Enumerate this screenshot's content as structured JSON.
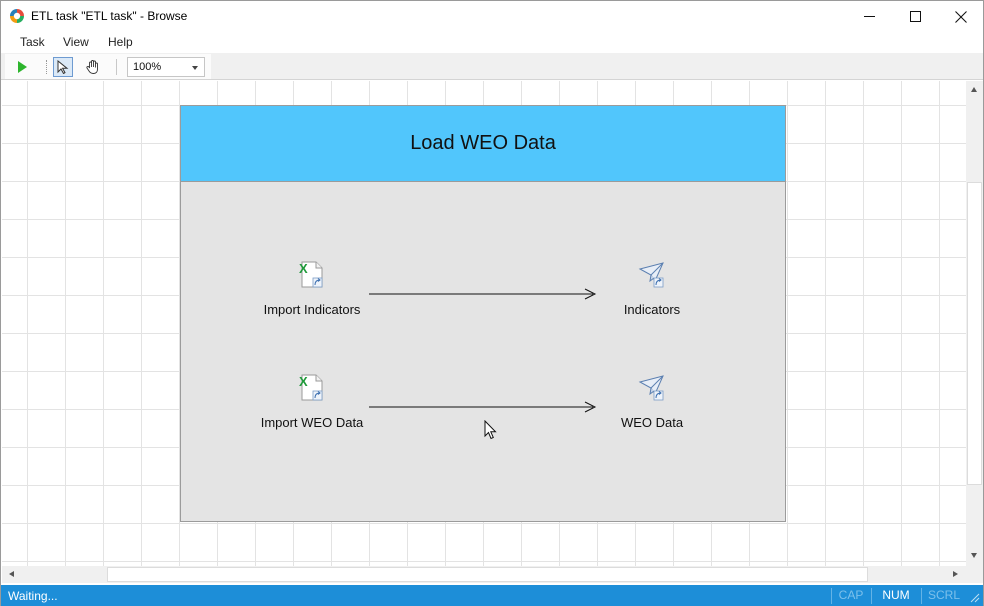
{
  "window": {
    "title": "ETL task \"ETL task\" - Browse",
    "minimize_icon": "minimize-icon",
    "maximize_icon": "maximize-icon",
    "close_icon": "close-icon"
  },
  "menu": {
    "items": [
      {
        "label": "Task"
      },
      {
        "label": "View"
      },
      {
        "label": "Help"
      }
    ]
  },
  "toolbar": {
    "run_icon": "play-icon",
    "select_icon": "pointer-icon",
    "pan_icon": "hand-icon",
    "zoom": {
      "value": "100%"
    }
  },
  "diagram": {
    "group": {
      "title": "Load WEO Data"
    },
    "nodes": [
      {
        "label": "Import Indicators",
        "icon": "excel-import-icon"
      },
      {
        "label": "Indicators",
        "icon": "export-send-icon"
      },
      {
        "label": "Import WEO Data",
        "icon": "excel-import-icon"
      },
      {
        "label": "WEO Data",
        "icon": "export-send-icon"
      }
    ],
    "edges": [
      {
        "from": "Import Indicators",
        "to": "Indicators"
      },
      {
        "from": "Import WEO Data",
        "to": "WEO Data"
      }
    ]
  },
  "statusbar": {
    "text": "Waiting...",
    "cap": "CAP",
    "num": "NUM",
    "scrl": "SCRL",
    "num_active": true
  },
  "colors": {
    "group_header": "#51c6fc",
    "group_body": "#e4e4e4",
    "statusbar": "#1d8ed8",
    "run_green": "#2db52d"
  }
}
